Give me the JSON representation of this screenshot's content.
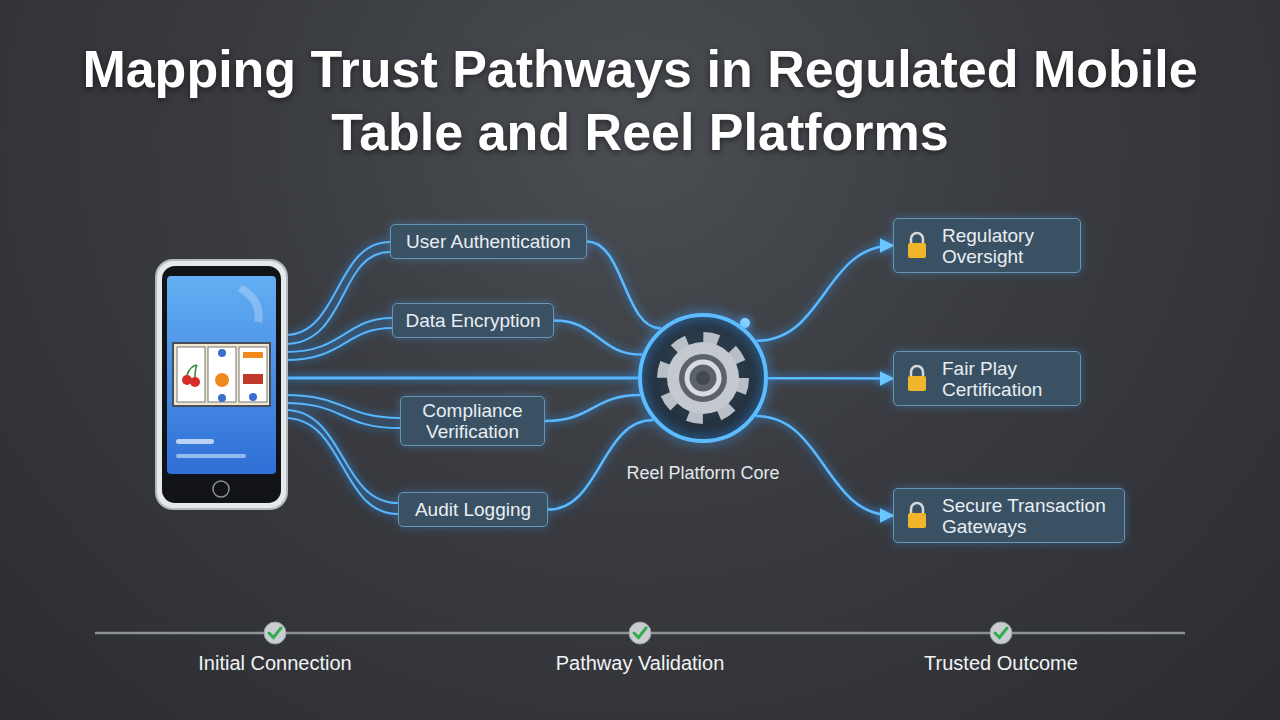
{
  "diagram": {
    "title": "Mapping Trust Pathways in Regulated Mobile Table and Reel Platforms",
    "nodes": [
      {
        "text": [
          "User Authentication"
        ]
      },
      {
        "text": [
          "Data Encryption"
        ]
      },
      {
        "text": [
          "Compliance Verification"
        ]
      },
      {
        "text": [
          "Audit Logging"
        ]
      },
      {
        "text": [
          "Reel Platform Core"
        ]
      },
      {
        "text": [
          "Regulatory Oversight"
        ]
      },
      {
        "text": [
          "Fair Play Certification"
        ]
      },
      {
        "text": [
          "Secure Transaction Gateways"
        ]
      }
    ],
    "edges": [
      {
        "from": 0,
        "to": 4,
        "arrow": "none"
      },
      {
        "from": 1,
        "to": 4,
        "arrow": "none"
      },
      {
        "from": 2,
        "to": 4,
        "arrow": "none"
      },
      {
        "from": 3,
        "to": 4,
        "arrow": "none"
      },
      {
        "from": 4,
        "to": 5,
        "arrow": "to"
      },
      {
        "from": 4,
        "to": 6,
        "arrow": "to"
      },
      {
        "from": 4,
        "to": 7,
        "arrow": "to"
      }
    ],
    "labels": [
      "Initial Connection",
      "Pathway Validation",
      "Trusted Outcome"
    ]
  }
}
